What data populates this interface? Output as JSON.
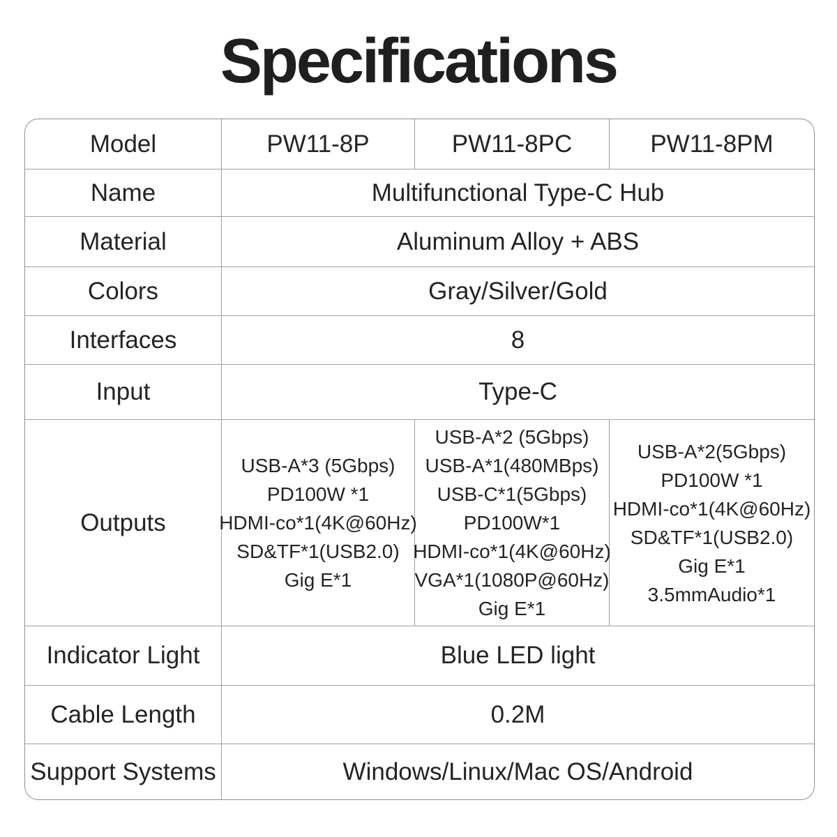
{
  "title": "Specifications",
  "colors": {
    "background": "#ffffff",
    "text": "#242424",
    "title_text": "#1f1f1f",
    "border": "#8f8f8f",
    "grid_line": "#a0a0a0"
  },
  "table": {
    "rows": [
      {
        "label": "Model",
        "values": [
          "PW11-8P",
          "PW11-8PC",
          "PW11-8PM"
        ]
      },
      {
        "label": "Name",
        "value": "Multifunctional Type-C Hub"
      },
      {
        "label": "Material",
        "value": "Aluminum Alloy + ABS"
      },
      {
        "label": "Colors",
        "value": "Gray/Silver/Gold"
      },
      {
        "label": "Interfaces",
        "value": "8"
      },
      {
        "label": "Input",
        "value": "Type-C"
      },
      {
        "label": "Outputs",
        "columns": [
          [
            "USB-A*3 (5Gbps)",
            "PD100W *1",
            "HDMI-co*1(4K@60Hz)",
            "SD&TF*1(USB2.0)",
            "Gig E*1"
          ],
          [
            "USB-A*2 (5Gbps)",
            "USB-A*1(480MBps)",
            "USB-C*1(5Gbps)",
            "PD100W*1",
            "HDMI-co*1(4K@60Hz)",
            "VGA*1(1080P@60Hz)",
            "Gig E*1"
          ],
          [
            "USB-A*2(5Gbps)",
            "PD100W *1",
            "HDMI-co*1(4K@60Hz)",
            "SD&TF*1(USB2.0)",
            "Gig E*1",
            "3.5mmAudio*1"
          ]
        ]
      },
      {
        "label": "Indicator Light",
        "value": "Blue LED light"
      },
      {
        "label": "Cable Length",
        "value": "0.2M"
      },
      {
        "label": "Support Systems",
        "value": "Windows/Linux/Mac OS/Android"
      }
    ]
  }
}
